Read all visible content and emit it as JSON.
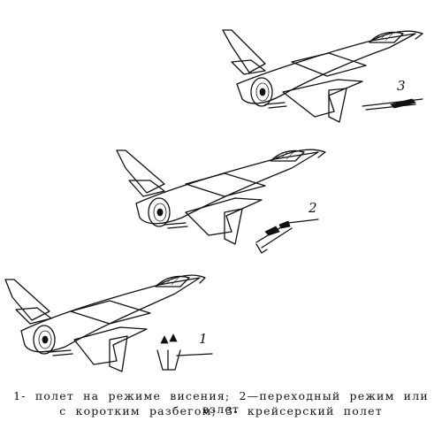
{
  "figure": {
    "labels": {
      "aircraft_3": "3",
      "aircraft_2": "2",
      "aircraft_1": "1"
    },
    "caption": {
      "line1": "1- полет на режиме висения; 2—переходный режим или взлет",
      "line2": "с коротким разбегом; 3- крейсерский полет"
    }
  }
}
